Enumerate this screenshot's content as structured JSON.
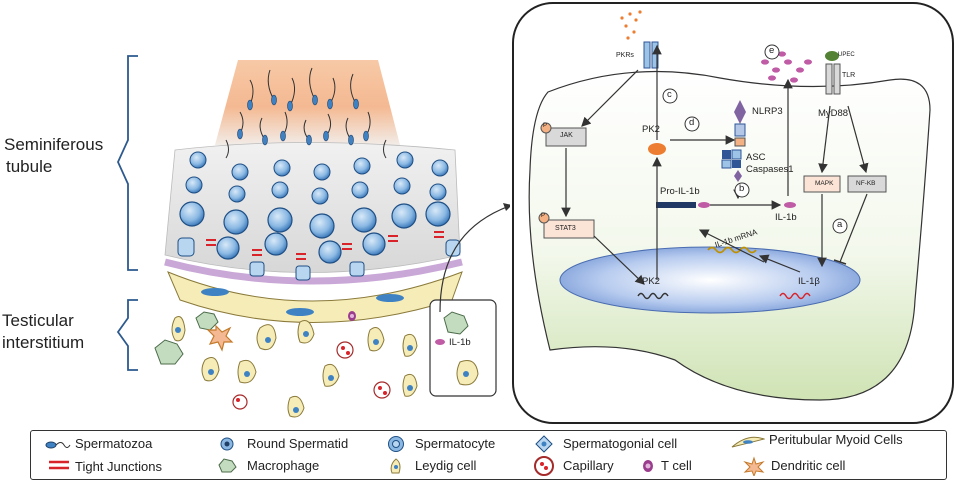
{
  "left_labels": {
    "tubule_line1": "Seminiferous",
    "tubule_line2": "tubule",
    "interstitium_line1": "Testicular",
    "interstitium_line2": "interstitium"
  },
  "inset": {
    "il1b": "IL-1b"
  },
  "pathway": {
    "pkrs": "PKRs",
    "jak": "JAK",
    "stat3": "STAT3",
    "pk2_cyto": "PK2",
    "pk2_nucleus": "PK2",
    "nlrp3": "NLRP3",
    "asc": "ASC",
    "caspases1": "Caspases1",
    "pro_il1b": "Pro-IL-1b",
    "il1b_cyto": "IL-1b",
    "il1b_mrna": "IL-1b mRNA",
    "il1b_nucleus": "IL-1β",
    "upec": "UPEC",
    "tlr": "TLR",
    "myd88": "MyD88",
    "mapk": "MAPK",
    "nfkb": "NF-KB",
    "p_mark": "P",
    "step_a": "a",
    "step_b": "b",
    "step_c": "c",
    "step_d": "d",
    "step_e": "e"
  },
  "legend": {
    "spermatozoa": "Spermatozoa",
    "round_spermatid": "Round Spermatid",
    "spermatocyte": "Spermatocyte",
    "spermatogonial": "Spermatogonial cell",
    "peritubular": "Peritubular Myoid Cells",
    "tight_junctions": "Tight Junctions",
    "macrophage": "Macrophage",
    "leydig": "Leydig cell",
    "capillary": "Capillary",
    "tcell": "T cell",
    "dendritic": "Dendritic cell"
  },
  "colors": {
    "lumen": "#f4b992",
    "cell_blue": "#3f82c4",
    "cell_light": "#b8d6ef",
    "tight_junction": "#d9232a",
    "membrane": "#c9a7d6",
    "leydig": "#f6ecb8",
    "macrophage": "#c3dcc0",
    "cyto_green": "#cfe3b4",
    "nucleus_blue": "#6f93d3",
    "pk2": "#ed7d31",
    "dots": "#c05ba5"
  }
}
